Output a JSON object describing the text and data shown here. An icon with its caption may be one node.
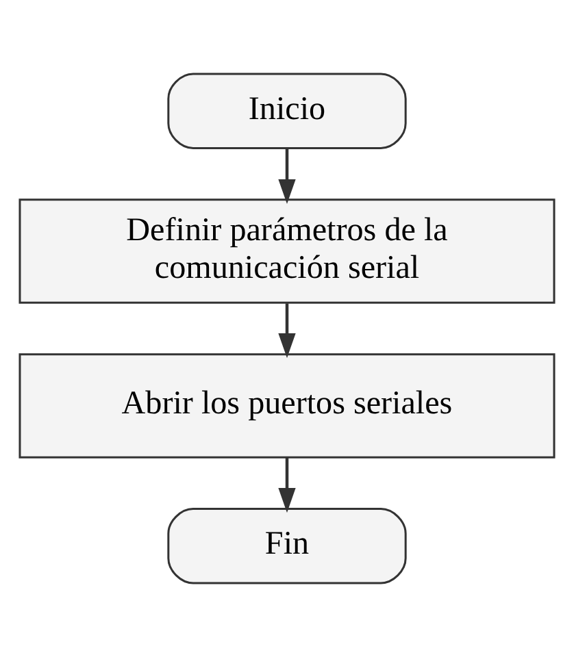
{
  "diagram": {
    "nodes": [
      {
        "text": [
          "Inicio"
        ]
      },
      {
        "text": [
          "Definir parámetros de la comunicación serial"
        ]
      },
      {
        "text": [
          "Abrir los puertos seriales"
        ]
      },
      {
        "text": [
          "Fin"
        ]
      }
    ],
    "edges": [
      {
        "from": 0,
        "to": 1,
        "arrow": "to"
      },
      {
        "from": 1,
        "to": 2,
        "arrow": "to"
      },
      {
        "from": 2,
        "to": 3,
        "arrow": "to"
      }
    ]
  }
}
